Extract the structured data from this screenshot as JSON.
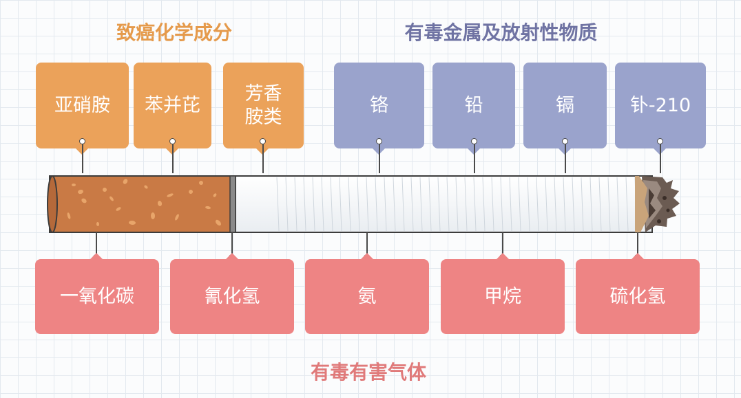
{
  "carcinogens": {
    "title": "致癌化学成分",
    "items": [
      "亚硝胺",
      "苯并芘",
      "芳香\n胺类"
    ]
  },
  "metals": {
    "title": "有毒金属及放射性物质",
    "items": [
      "铬",
      "铅",
      "镉",
      "钋-210"
    ]
  },
  "gases": {
    "title": "有毒有害气体",
    "items": [
      "一氧化碳",
      "氰化氢",
      "氨",
      "甲烷",
      "硫化氢"
    ]
  },
  "colors": {
    "carcinogens": "#eba25a",
    "metals": "#9aa3cc",
    "gases": "#ee8484",
    "filter": "#c97a45"
  }
}
